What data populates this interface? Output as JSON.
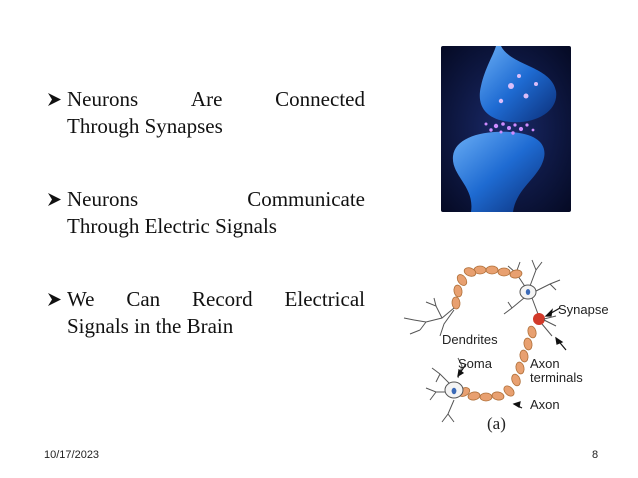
{
  "bullets": [
    {
      "line1": [
        "Neurons",
        "Are",
        "Connected"
      ],
      "line2": "Through Synapses"
    },
    {
      "line1": [
        "Neurons",
        "Communicate"
      ],
      "line2": "Through Electric Signals"
    },
    {
      "line1": [
        "We",
        "Can",
        "Record",
        "Electrical"
      ],
      "line2": "Signals in the Brain"
    }
  ],
  "diagram": {
    "labels": {
      "synapse": "Synapse",
      "dendrites": "Dendrites",
      "soma": "Soma",
      "axon_terminals_1": "Axon",
      "axon_terminals_2": "terminals",
      "axon": "Axon"
    },
    "caption": "(a)"
  },
  "footer": {
    "date": "10/17/2023",
    "page_number": "8"
  },
  "colors": {
    "arrow": "#111111",
    "myelin": "#e8a070",
    "synapse_dot": "#d23a2a",
    "neuron_body": "#3b6ab8",
    "synapse_blue": "#1f6fd9"
  }
}
